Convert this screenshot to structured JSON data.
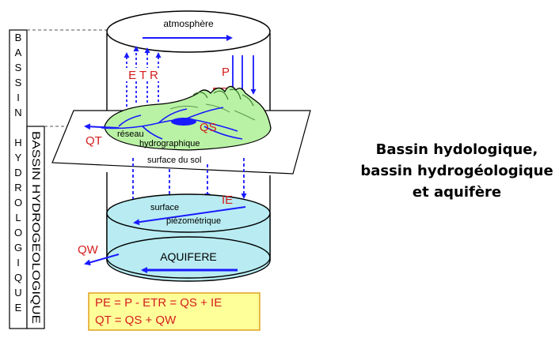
{
  "vertical_labels": {
    "bassin_hydrologique": "BASSIN HYDROLOGIQUE",
    "bassin_hydrogeologique": "BASSIN HYDROGEOLOGIQUE"
  },
  "labels": {
    "atmosphere": "atmosphère",
    "etr": "E T R",
    "p": "P",
    "pe": "PE",
    "qs": "QS",
    "qt": "QT",
    "reseau_line1": "réseau",
    "reseau_line2": "hydrographique",
    "surface_sol": "surface du sol",
    "ie": "IE",
    "surface_piezo_line1": "surface",
    "surface_piezo_line2": "piézométrique",
    "qw": "QW",
    "aquifere": "AQUIFERE"
  },
  "equations": {
    "line1": "PE = P - ETR = QS + IE",
    "line2": "QT = QS + QW"
  },
  "side_title": {
    "line1": "Bassin hydologique,",
    "line2": "bassin hydrogéologique",
    "line3": "et aquifère"
  },
  "colors": {
    "water_blue": "#1a1aff",
    "label_red": "#d41c1c",
    "land_green": "#b9f2a4",
    "aquifer_cyan": "#b8ecf2",
    "equation_bg": "#ffff99",
    "equation_border": "#e0a020"
  }
}
